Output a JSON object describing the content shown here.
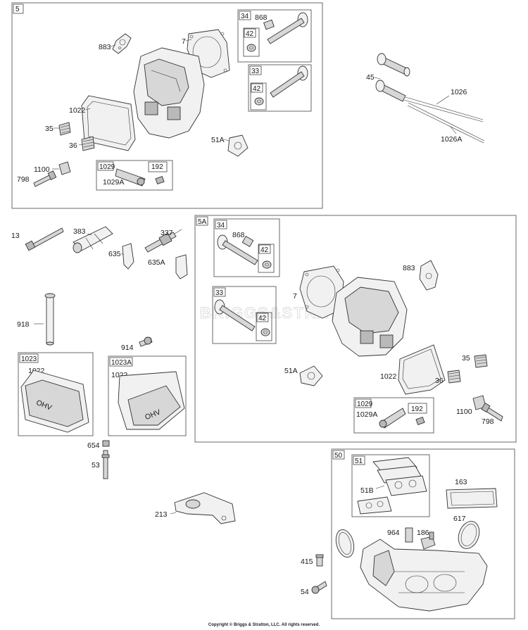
{
  "callouts": {
    "c5": "5",
    "c5a": "5A",
    "c50": "50",
    "c34a": "34",
    "c868a": "868",
    "c42a": "42",
    "c883a": "883",
    "c7a": "7",
    "c33a": "33",
    "c42b": "42",
    "c45": "45",
    "c1026": "1026",
    "c1026a": "1026A",
    "c1022a": "1022",
    "c35a": "35",
    "c36a": "36",
    "c51aa": "51A",
    "c1100a": "1100",
    "c798a": "798",
    "c1029a": "1029",
    "c192a": "192",
    "c1029aa": "1029A",
    "c13": "13",
    "c383": "383",
    "c337": "337",
    "c635": "635",
    "c635a": "635A",
    "c34b": "34",
    "c868b": "868",
    "c42c": "42",
    "c883b": "883",
    "c7b": "7",
    "c33b": "33",
    "c42d": "42",
    "c918": "918",
    "c914": "914",
    "c1023": "1023",
    "c1022b": "1022",
    "c1023a": "1023A",
    "c1022c": "1022",
    "c51ab": "51A",
    "c1022d": "1022",
    "c35b": "35",
    "c36b": "36",
    "c1029b": "1029",
    "c1029ab": "1029A",
    "c192b": "192",
    "c1100b": "1100",
    "c798b": "798",
    "c654": "654",
    "c53": "53",
    "c213": "213",
    "c51": "51",
    "c51b": "51B",
    "c163": "163",
    "c964": "964",
    "c186": "186",
    "c617": "617",
    "c415": "415",
    "c54": "54"
  },
  "watermark": "BRIGGS&STRATTON",
  "cover_marking": "OHV",
  "copyright": "Copyright © Briggs & Stratton, LLC. All rights reserved."
}
